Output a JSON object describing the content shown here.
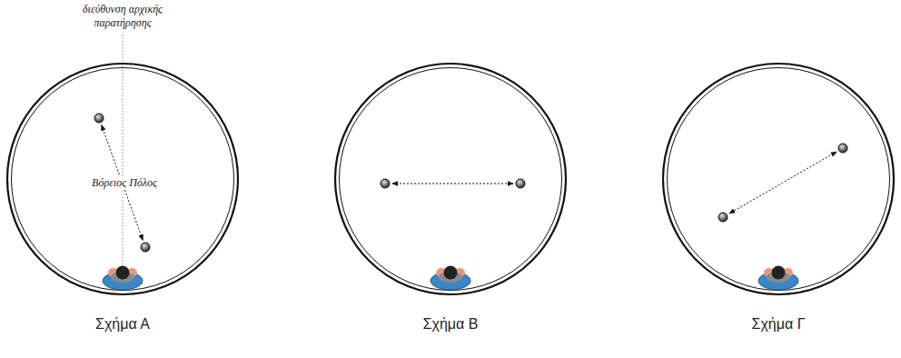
{
  "diagram": {
    "labels": [
      "διεύθυνση αρχικής παρατήρησης",
      "Βόρειος Πόλος",
      "Σχήμα Α",
      "Σχήμα Β",
      "Σχήμα Γ"
    ]
  }
}
